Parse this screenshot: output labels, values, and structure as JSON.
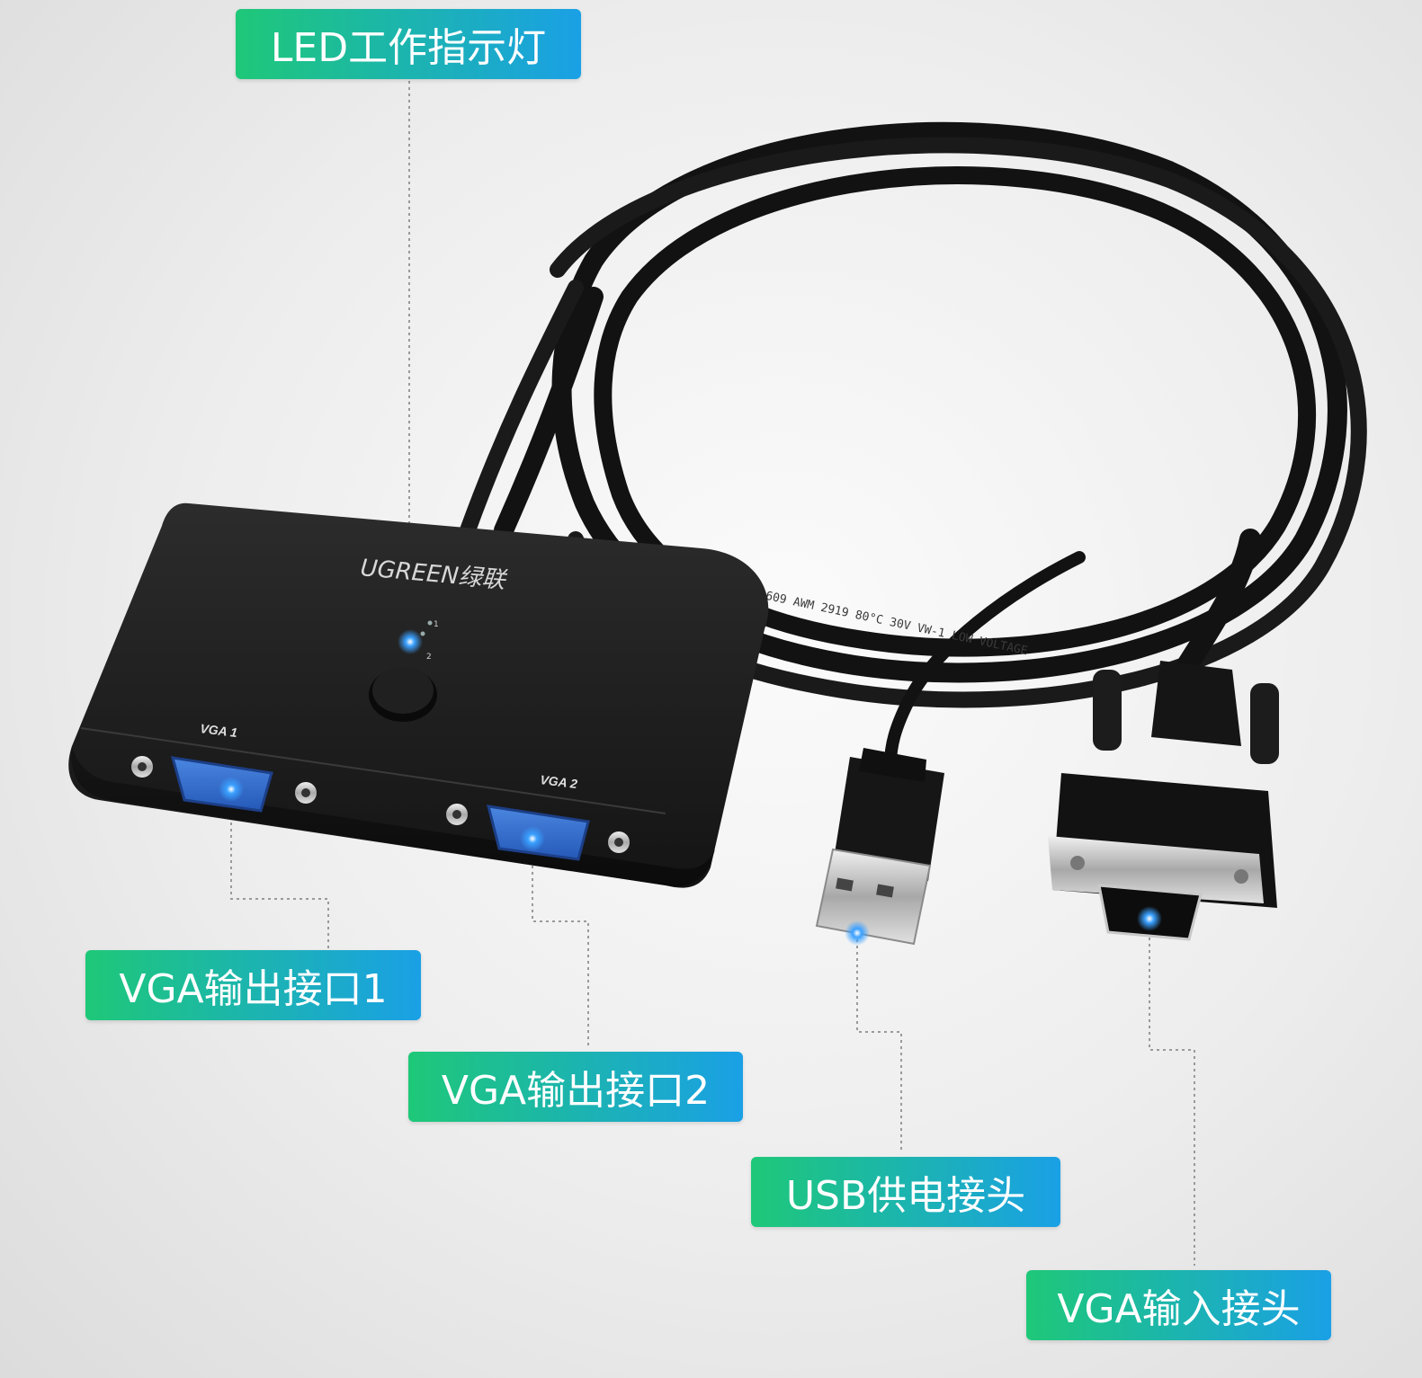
{
  "labels": {
    "led": "LED工作指示灯",
    "vga_out_1": "VGA输出接口1",
    "vga_out_2": "VGA输出接口2",
    "usb_power": "USB供电接头",
    "vga_in": "VGA输入接头"
  },
  "device": {
    "brand": "UGREEN绿联",
    "port1_label": "VGA 1",
    "port2_label": "VGA 2",
    "led_marks": [
      "1",
      "2"
    ],
    "cable_print": "E308609 AWM 2919 80°C 30V VW-1 LOW VOLTAGE"
  },
  "colors": {
    "label_gradient_start": "#1ec878",
    "label_gradient_end": "#1aa0e6",
    "device_body": "#1b1b1b",
    "vga_port_blue": "#2f6fd0",
    "leader_line": "#9a9a9a",
    "indicator_dot": "#2d8cf0"
  },
  "icons": {
    "led": "blue-led-dot",
    "button": "round-switch-button",
    "callout_marker": "glowing-blue-dot"
  }
}
